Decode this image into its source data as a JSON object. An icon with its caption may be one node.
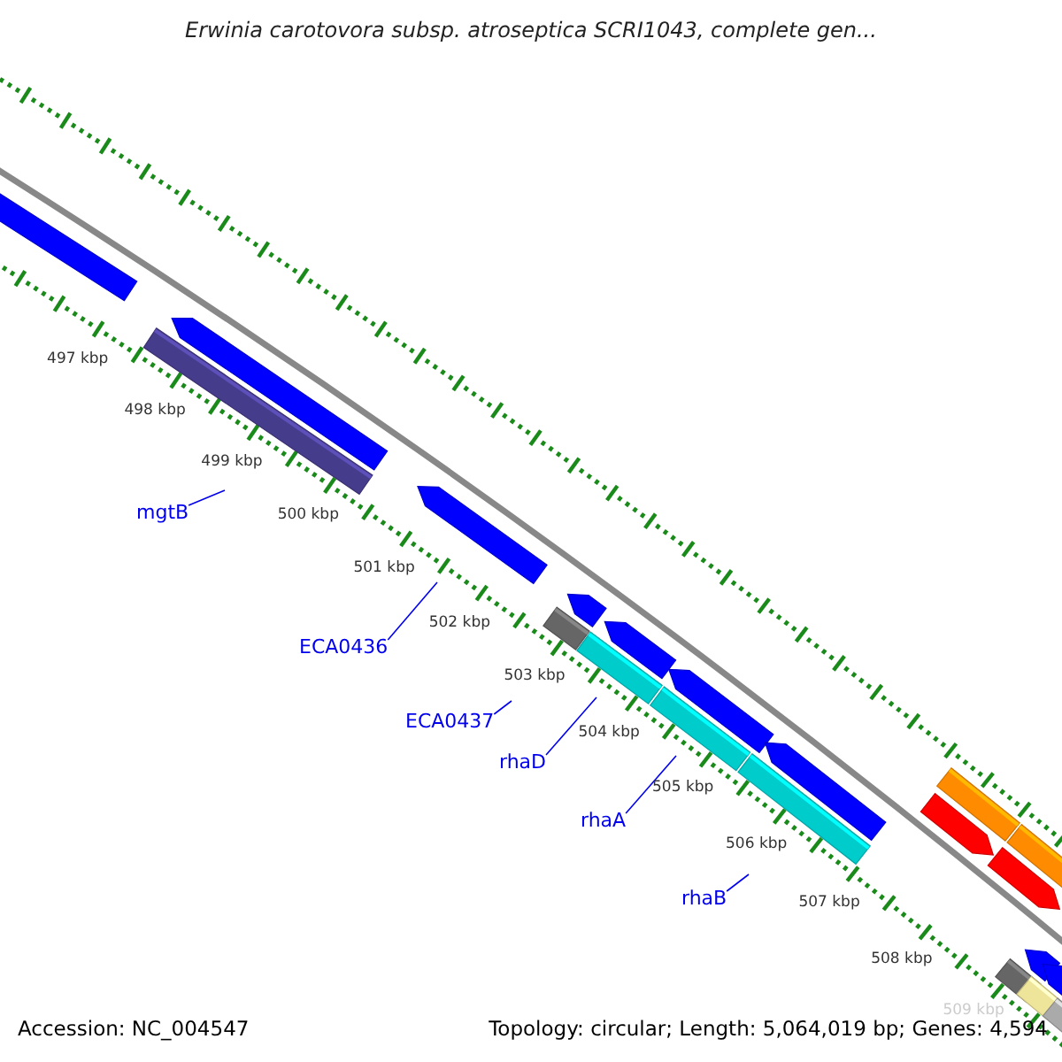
{
  "diagram": {
    "title": "Erwinia carotovora subsp. atroseptica SCRI1043, complete gen...",
    "nodes": [
      {
        "text": [
          "mgtB"
        ]
      },
      {
        "text": [
          "ECA0436"
        ]
      },
      {
        "text": [
          "ECA0437"
        ]
      },
      {
        "text": [
          "rhaD"
        ]
      },
      {
        "text": [
          "rhaA"
        ]
      },
      {
        "text": [
          "rhaB"
        ]
      }
    ],
    "edges": [
      {
        "from": 0,
        "to": null,
        "arrow": "none"
      },
      {
        "from": 1,
        "to": null,
        "arrow": "none"
      },
      {
        "from": 2,
        "to": null,
        "arrow": "none"
      },
      {
        "from": 3,
        "to": null,
        "arrow": "none"
      },
      {
        "from": 4,
        "to": null,
        "arrow": "none"
      },
      {
        "from": 5,
        "to": null,
        "arrow": "none"
      }
    ],
    "labels": [
      "497 kbp",
      "498 kbp",
      "499 kbp",
      "500 kbp",
      "501 kbp",
      "502 kbp",
      "503 kbp",
      "504 kbp",
      "505 kbp",
      "506 kbp",
      "507 kbp",
      "508 kbp",
      "509 kbp",
      "Accession: NC_004547",
      "Topology: circular; Length: 5,064,019 bp; Genes: 4,594"
    ]
  }
}
